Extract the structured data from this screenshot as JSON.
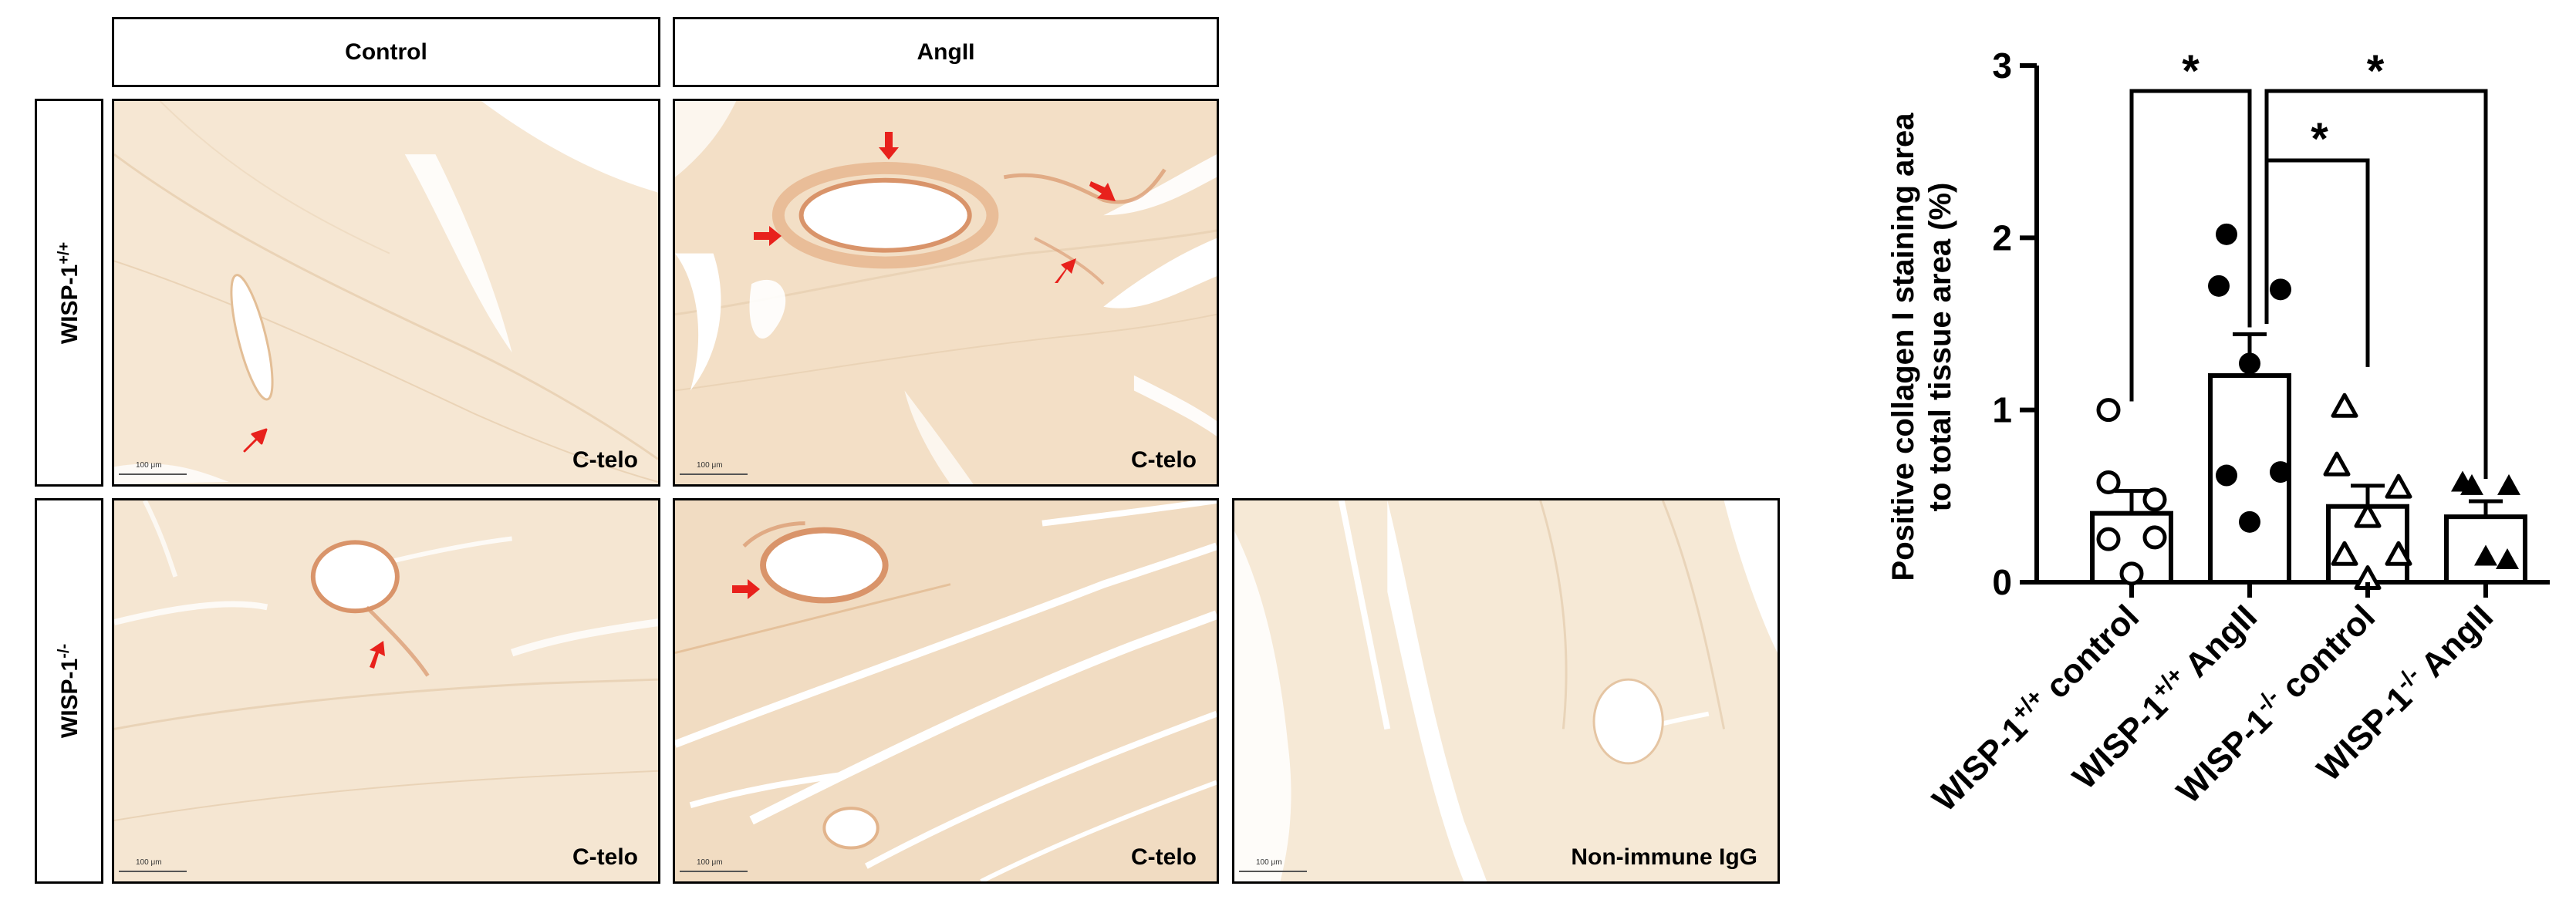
{
  "columns": {
    "control": "Control",
    "angii": "AngII"
  },
  "rows": {
    "wt": "WISP-1",
    "wt_sup": "+/+",
    "ko": "WISP-1",
    "ko_sup": "-/-"
  },
  "panels": {
    "wt_control": {
      "tag": "C-telo",
      "scale": "100 μm"
    },
    "wt_angii": {
      "tag": "C-telo",
      "scale": "100 μm"
    },
    "ko_control": {
      "tag": "C-telo",
      "scale": "100 μm"
    },
    "ko_angii": {
      "tag": "C-telo",
      "scale": "100 μm"
    },
    "ko_igg": {
      "tag": "Non-immune IgG",
      "scale": "100 μm"
    }
  },
  "colors": {
    "tissue": "#f6e7d3",
    "tissue_dark": "#e7c6a0",
    "arrow": "#e8211c",
    "stain": "#d9946a"
  },
  "chart_data": {
    "type": "bar",
    "ylabel_line1": "Positive collagen I staining area",
    "ylabel_line2": "to total tissue area (%)",
    "ylim": [
      0,
      3
    ],
    "yticks": [
      0,
      1,
      2,
      3
    ],
    "categories": [
      {
        "main": "WISP-1",
        "sup": "+/+",
        "rest": " control"
      },
      {
        "main": "WISP-1",
        "sup": "+/+",
        "rest": " AngII"
      },
      {
        "main": "WISP-1",
        "sup": "-/-",
        "rest": " control"
      },
      {
        "main": "WISP-1",
        "sup": "-/-",
        "rest": " AngII"
      }
    ],
    "means": [
      0.4,
      1.2,
      0.44,
      0.38
    ],
    "sem": [
      0.13,
      0.24,
      0.12,
      0.09
    ],
    "markers": [
      "open-circle",
      "filled-circle",
      "open-triangle",
      "filled-triangle"
    ],
    "points": [
      [
        1.0,
        0.58,
        0.48,
        0.26,
        0.25,
        0.05
      ],
      [
        2.02,
        1.72,
        1.7,
        1.27,
        0.64,
        0.62,
        0.35
      ],
      [
        1.02,
        0.68,
        0.55,
        0.38,
        0.16,
        0.16,
        0.02
      ],
      [
        0.58,
        0.56,
        0.56,
        0.15,
        0.13
      ]
    ],
    "significance": [
      {
        "from": 0,
        "to": 1,
        "label": "*"
      },
      {
        "from": 1,
        "to": 2,
        "label": "*"
      },
      {
        "from": 1,
        "to": 3,
        "label": "*"
      }
    ]
  }
}
